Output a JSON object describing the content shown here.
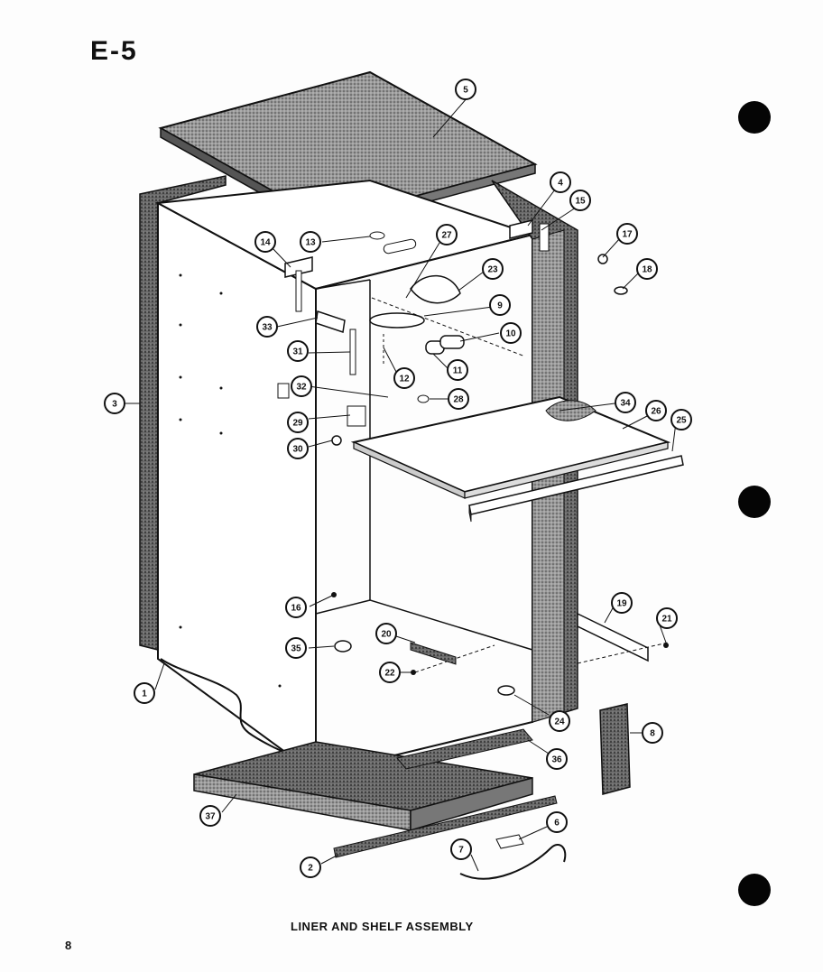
{
  "sheet": {
    "id": "E-5",
    "caption": "LINER AND SHELF ASSEMBLY",
    "page_number": "8"
  },
  "callouts": [
    "1",
    "2",
    "3",
    "4",
    "5",
    "6",
    "7",
    "8",
    "9",
    "10",
    "11",
    "12",
    "13",
    "14",
    "15",
    "16",
    "17",
    "18",
    "19",
    "20",
    "21",
    "22",
    "23",
    "24",
    "25",
    "26",
    "27",
    "28",
    "29",
    "30",
    "31",
    "32",
    "33",
    "34",
    "35",
    "36",
    "37"
  ],
  "colors": {
    "ink": "#111111",
    "paper": "#fdfdfd",
    "stipple": "#7a7a7a"
  }
}
